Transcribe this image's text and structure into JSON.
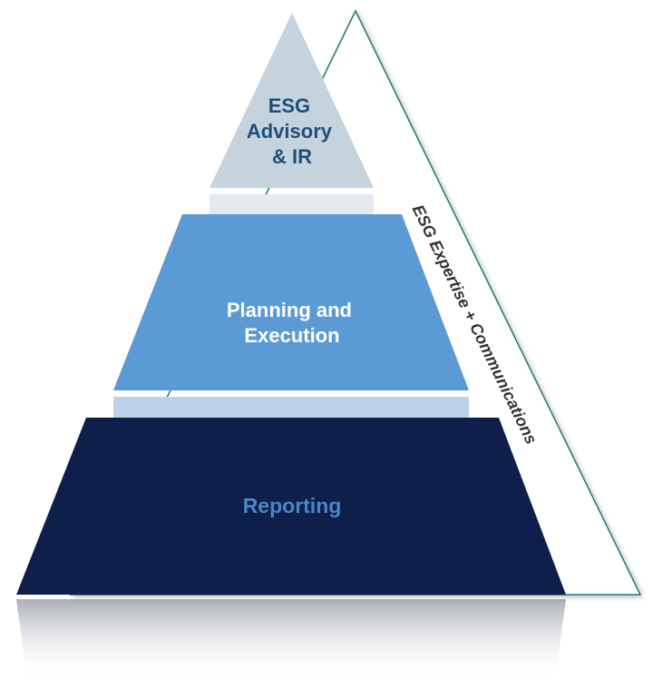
{
  "pyramid": {
    "tiers": [
      {
        "id": "top",
        "lines": [
          "ESG",
          "Advisory",
          "& IR"
        ]
      },
      {
        "id": "middle",
        "lines": [
          "Planning and",
          "Execution"
        ]
      },
      {
        "id": "bottom",
        "lines": [
          "Reporting"
        ]
      }
    ],
    "side_label": "ESG Expertise + Communications"
  },
  "colors": {
    "top_fill": "#c5d3de",
    "top_text": "#1f4e79",
    "middle_fill": "#5b9bd5",
    "middle_text": "#ffffff",
    "bottom_fill": "#0f1f4b",
    "bottom_text": "#4a86c8",
    "band_top": "#e3e9ef",
    "band_bottom": "#bcd3ea",
    "outline_triangle": "#1f7a78",
    "side_text": "#333333"
  }
}
